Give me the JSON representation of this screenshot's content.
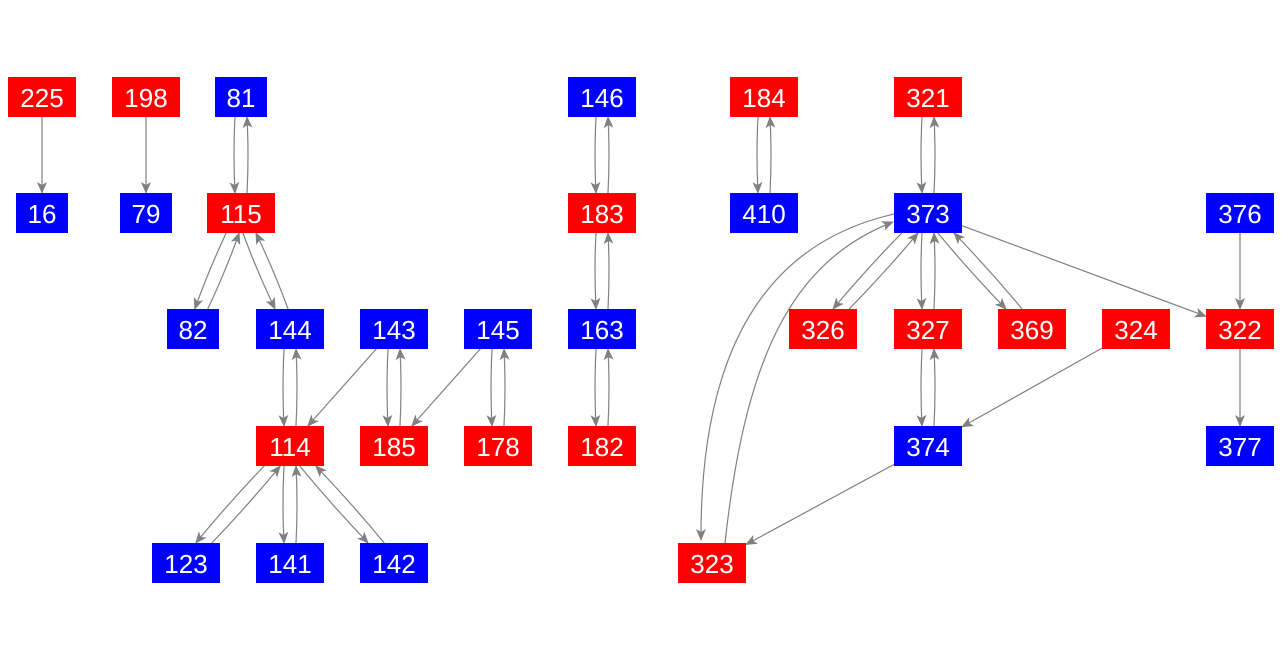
{
  "colors": {
    "red": "#ff0000",
    "blue": "#0000ff",
    "edge": "#808080",
    "label": "#ffffff"
  },
  "nodes": [
    {
      "id": "225",
      "color": "red"
    },
    {
      "id": "198",
      "color": "red"
    },
    {
      "id": "81",
      "color": "blue"
    },
    {
      "id": "146",
      "color": "blue"
    },
    {
      "id": "184",
      "color": "red"
    },
    {
      "id": "321",
      "color": "red"
    },
    {
      "id": "16",
      "color": "blue"
    },
    {
      "id": "79",
      "color": "blue"
    },
    {
      "id": "115",
      "color": "red"
    },
    {
      "id": "183",
      "color": "red"
    },
    {
      "id": "410",
      "color": "blue"
    },
    {
      "id": "373",
      "color": "blue"
    },
    {
      "id": "376",
      "color": "blue"
    },
    {
      "id": "82",
      "color": "blue"
    },
    {
      "id": "144",
      "color": "blue"
    },
    {
      "id": "143",
      "color": "blue"
    },
    {
      "id": "145",
      "color": "blue"
    },
    {
      "id": "163",
      "color": "blue"
    },
    {
      "id": "326",
      "color": "red"
    },
    {
      "id": "327",
      "color": "red"
    },
    {
      "id": "369",
      "color": "red"
    },
    {
      "id": "324",
      "color": "red"
    },
    {
      "id": "322",
      "color": "red"
    },
    {
      "id": "114",
      "color": "red"
    },
    {
      "id": "185",
      "color": "red"
    },
    {
      "id": "178",
      "color": "red"
    },
    {
      "id": "182",
      "color": "red"
    },
    {
      "id": "374",
      "color": "blue"
    },
    {
      "id": "377",
      "color": "blue"
    },
    {
      "id": "123",
      "color": "blue"
    },
    {
      "id": "141",
      "color": "blue"
    },
    {
      "id": "142",
      "color": "blue"
    },
    {
      "id": "323",
      "color": "red"
    }
  ],
  "edges": [
    [
      "225",
      "16"
    ],
    [
      "198",
      "79"
    ],
    [
      "81",
      "115"
    ],
    [
      "115",
      "81"
    ],
    [
      "115",
      "82"
    ],
    [
      "82",
      "115"
    ],
    [
      "115",
      "144"
    ],
    [
      "144",
      "115"
    ],
    [
      "144",
      "114"
    ],
    [
      "114",
      "144"
    ],
    [
      "143",
      "114"
    ],
    [
      "143",
      "185"
    ],
    [
      "185",
      "143"
    ],
    [
      "145",
      "185"
    ],
    [
      "145",
      "178"
    ],
    [
      "178",
      "145"
    ],
    [
      "114",
      "123"
    ],
    [
      "123",
      "114"
    ],
    [
      "114",
      "141"
    ],
    [
      "141",
      "114"
    ],
    [
      "114",
      "142"
    ],
    [
      "142",
      "114"
    ],
    [
      "146",
      "183"
    ],
    [
      "183",
      "146"
    ],
    [
      "183",
      "163"
    ],
    [
      "163",
      "183"
    ],
    [
      "163",
      "182"
    ],
    [
      "182",
      "163"
    ],
    [
      "184",
      "410"
    ],
    [
      "410",
      "184"
    ],
    [
      "321",
      "373"
    ],
    [
      "373",
      "321"
    ],
    [
      "373",
      "323"
    ],
    [
      "323",
      "373"
    ],
    [
      "373",
      "326"
    ],
    [
      "326",
      "373"
    ],
    [
      "373",
      "327"
    ],
    [
      "327",
      "373"
    ],
    [
      "373",
      "369"
    ],
    [
      "369",
      "373"
    ],
    [
      "373",
      "322"
    ],
    [
      "376",
      "322"
    ],
    [
      "324",
      "374"
    ],
    [
      "327",
      "374"
    ],
    [
      "374",
      "327"
    ],
    [
      "374",
      "323"
    ],
    [
      "322",
      "377"
    ]
  ]
}
